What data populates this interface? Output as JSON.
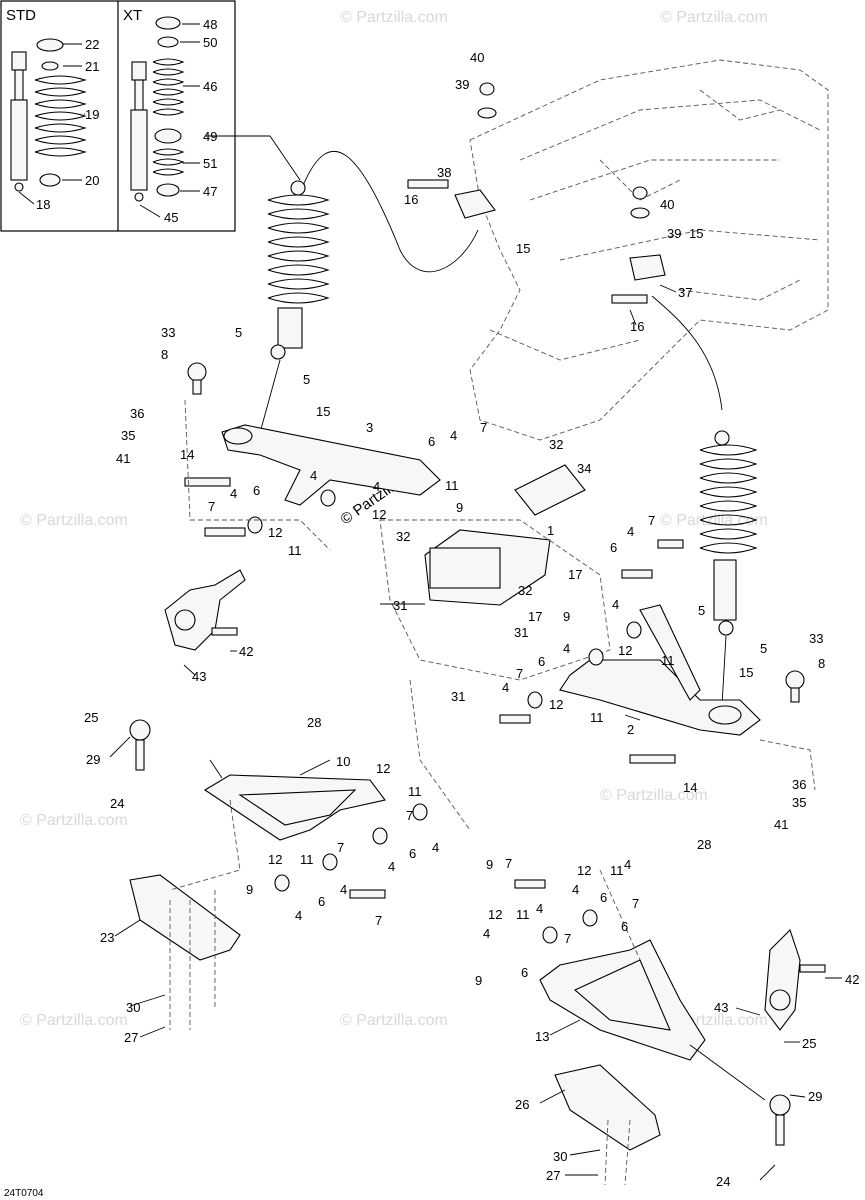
{
  "insets": {
    "std_label": "STD",
    "xt_label": "XT"
  },
  "diagram_code": "24T0704",
  "watermarks": [
    "© Partzilla.com"
  ],
  "callouts": {
    "c1": "1",
    "c2": "2",
    "c3": "3",
    "c4": "4",
    "c5": "5",
    "c6": "6",
    "c7": "7",
    "c8": "8",
    "c9": "9",
    "c10": "10",
    "c11": "11",
    "c12": "12",
    "c13": "13",
    "c14": "14",
    "c15": "15",
    "c16": "16",
    "c17": "17",
    "c18": "18",
    "c19": "19",
    "c20": "20",
    "c21": "21",
    "c22": "22",
    "c23": "23",
    "c24": "24",
    "c25": "25",
    "c26": "26",
    "c27": "27",
    "c28": "28",
    "c29": "29",
    "c30": "30",
    "c31": "31",
    "c32": "32",
    "c33": "33",
    "c34": "34",
    "c35": "35",
    "c36": "36",
    "c37": "37",
    "c38": "38",
    "c39": "39",
    "c40": "40",
    "c41": "41",
    "c42": "42",
    "c43": "43",
    "c45": "45",
    "c46": "46",
    "c47": "47",
    "c48": "48",
    "c49": "49",
    "c50": "50",
    "c51": "51"
  },
  "colors": {
    "line": "#000000",
    "frame_dashed": "#555555",
    "watermark": "#d8d8d8",
    "part_fill": "#f7f7f7"
  }
}
